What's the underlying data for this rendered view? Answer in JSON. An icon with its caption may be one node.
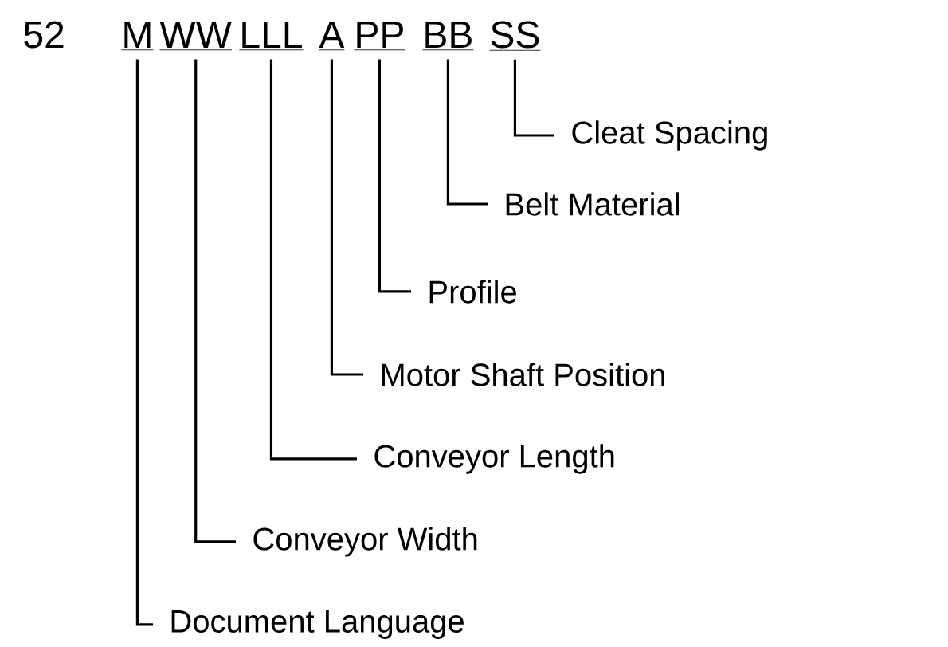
{
  "diagram": {
    "nodes": [
      {
        "text": [
          "M"
        ]
      },
      {
        "text": [
          "WW"
        ]
      },
      {
        "text": [
          "LLL"
        ]
      },
      {
        "text": [
          "A"
        ]
      },
      {
        "text": [
          "PP"
        ]
      },
      {
        "text": [
          "BB"
        ]
      },
      {
        "text": [
          "SS"
        ]
      },
      {
        "text": [
          "Cleat Spacing"
        ]
      },
      {
        "text": [
          "Belt Material"
        ]
      },
      {
        "text": [
          "Profile"
        ]
      },
      {
        "text": [
          "Motor Shaft Position"
        ]
      },
      {
        "text": [
          "Conveyor Length"
        ]
      },
      {
        "text": [
          "Conveyor Width"
        ]
      },
      {
        "text": [
          "Document Language"
        ]
      }
    ],
    "edges": [
      {
        "from": 6,
        "to": 7,
        "arrow": "none"
      },
      {
        "from": 5,
        "to": 8,
        "arrow": "none"
      },
      {
        "from": 4,
        "to": 9,
        "arrow": "none"
      },
      {
        "from": 3,
        "to": 10,
        "arrow": "none"
      },
      {
        "from": 2,
        "to": 11,
        "arrow": "none"
      },
      {
        "from": 1,
        "to": 12,
        "arrow": "none"
      },
      {
        "from": 0,
        "to": 13,
        "arrow": "none"
      }
    ],
    "labels": [
      "52"
    ]
  }
}
